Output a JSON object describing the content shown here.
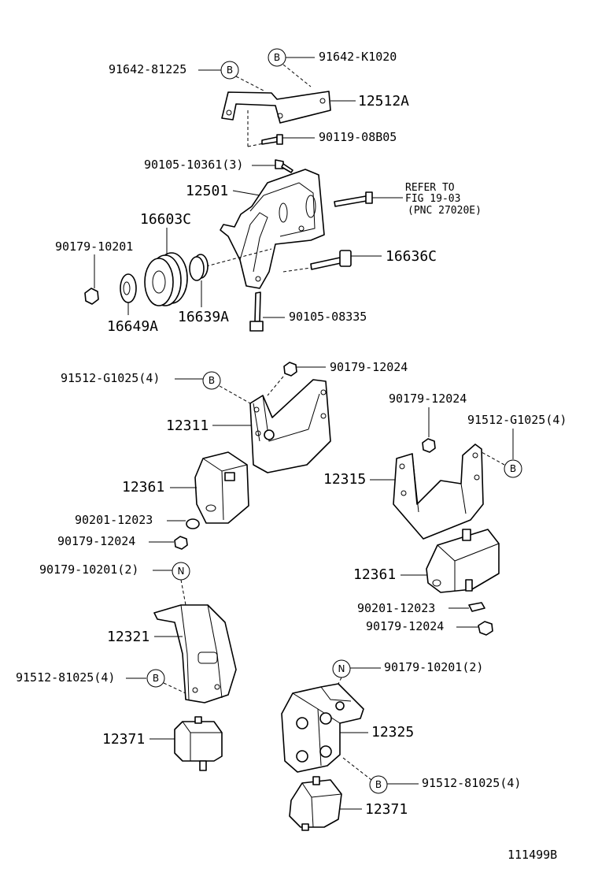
{
  "labels": {
    "p91642_81225": "91642-81225",
    "p91642_K1020": "91642-K1020",
    "p12512A": "12512A",
    "p90119_08B05": "90119-08B05",
    "p90105_10361": "90105-10361(3)",
    "p12501": "12501",
    "refer_line1": "REFER TO",
    "refer_line2": "FIG 19-03",
    "refer_line3": "(PNC 27020E)",
    "p16603C": "16603C",
    "p90179_10201_a": "90179-10201",
    "p16636C": "16636C",
    "p16649A": "16649A",
    "p16639A": "16639A",
    "p90105_08335": "90105-08335",
    "p91512_G1025_a": "91512-G1025(4)",
    "p90179_12024_a": "90179-12024",
    "p12311": "12311",
    "p90179_12024_b": "90179-12024",
    "p91512_G1025_b": "91512-G1025(4)",
    "p12361_a": "12361",
    "p12315": "12315",
    "p90201_12023_a": "90201-12023",
    "p90179_12024_c": "90179-12024",
    "p90179_10201_b": "90179-10201(2)",
    "p12361_b": "12361",
    "p90201_12023_b": "90201-12023",
    "p90179_12024_d": "90179-12024",
    "p12321": "12321",
    "p91512_81025_a": "91512-81025(4)",
    "p90179_10201_c": "90179-10201(2)",
    "p12325": "12325",
    "p12371_a": "12371",
    "p91512_81025_b": "91512-81025(4)",
    "p12371_b": "12371",
    "fig_code": "111499B"
  },
  "markers": {
    "b": "B",
    "n": "N"
  }
}
